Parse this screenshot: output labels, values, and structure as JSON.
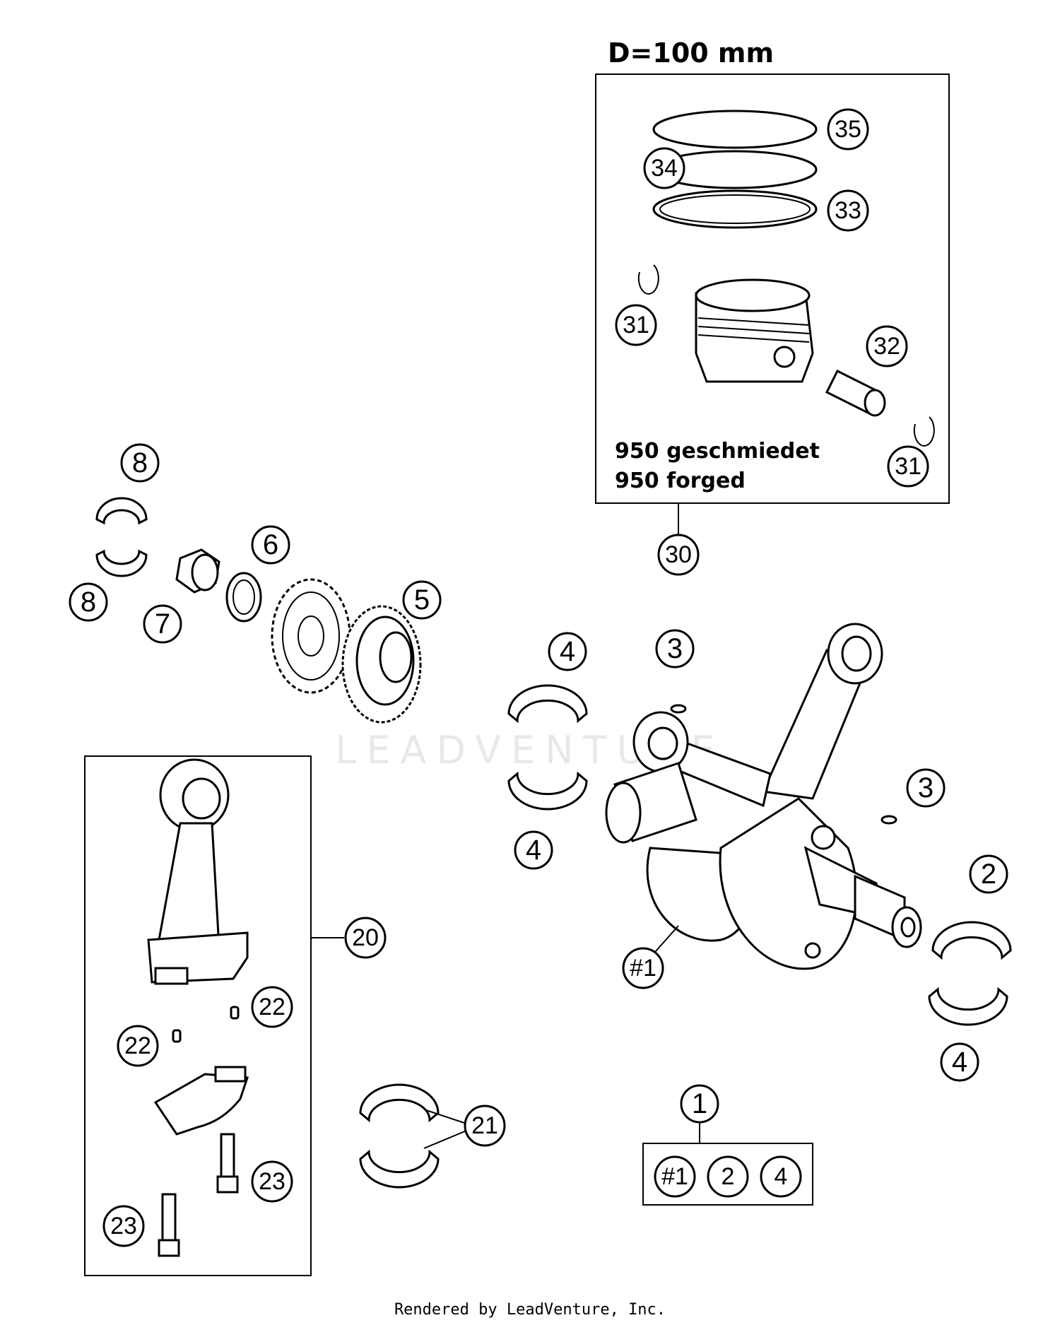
{
  "diagram": {
    "piston_kit_header": "D=100 mm",
    "piston_note_de": "950 geschmiedet",
    "piston_note_en": "950 forged",
    "watermark": "LEADVENTURE",
    "footer": "Rendered by LeadVenture, Inc.",
    "callouts": {
      "c1": "1",
      "c2": "2",
      "c3a": "3",
      "c3b": "3",
      "c4a": "4",
      "c4b": "4",
      "c4c": "4",
      "c5": "5",
      "c6": "6",
      "c7": "7",
      "c8a": "8",
      "c8b": "8",
      "c20": "20",
      "c21": "21",
      "c22a": "22",
      "c22b": "22",
      "c23a": "23",
      "c23b": "23",
      "c30": "30",
      "c31a": "31",
      "c31b": "31",
      "c32": "32",
      "c33": "33",
      "c34": "34",
      "c35": "35",
      "c_crank": "#1",
      "kit_a": "#1",
      "kit_b": "2",
      "kit_c": "4"
    }
  }
}
